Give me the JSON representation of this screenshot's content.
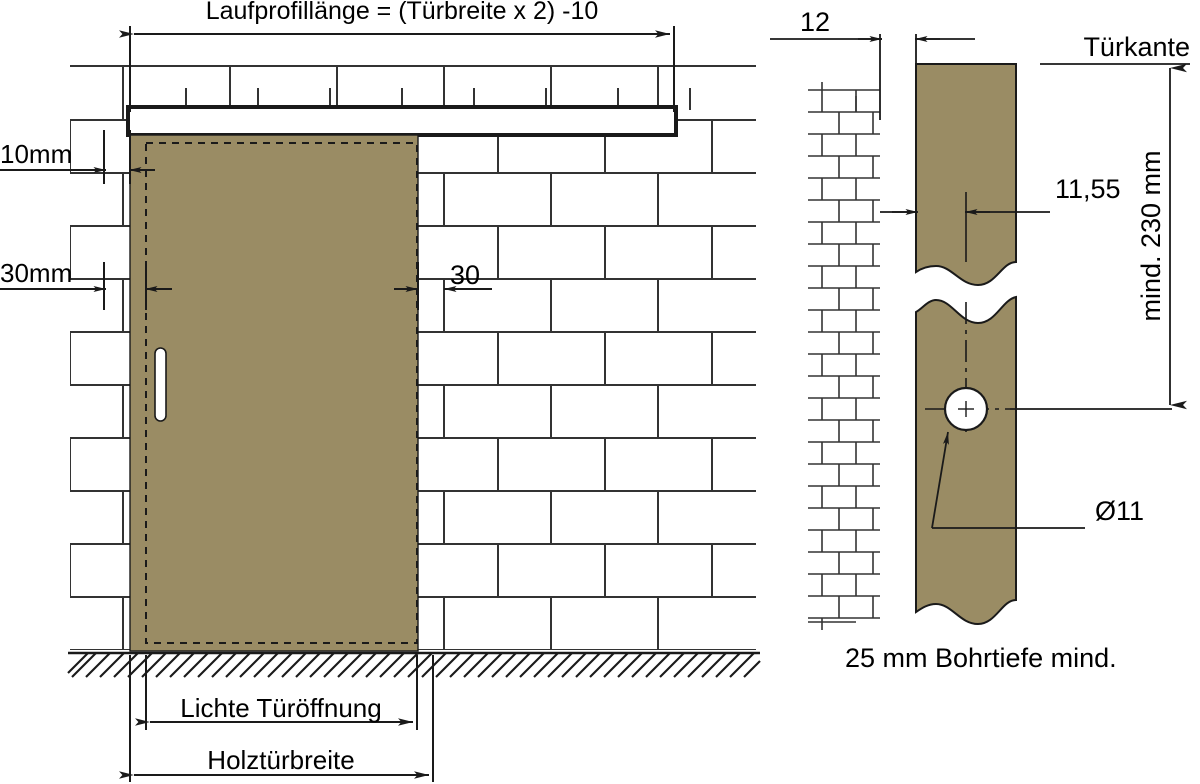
{
  "drawing": {
    "title_top": "Laufprofillänge = (Türbreite x 2) -10",
    "colors": {
      "door_fill": "#9a8c64",
      "line": "#1a1a1a",
      "brick_stroke": "#333333",
      "background": "#ffffff"
    }
  },
  "left_view": {
    "dimensions": {
      "top_label": "Laufprofillänge = (Türbreite x 2) -10",
      "gap_top_left": "10mm",
      "gap_bottom_left": "30mm",
      "gap_right": "30",
      "bottom_inner": "Lichte Türöffnung",
      "bottom_outer": "Holztürbreite"
    },
    "parts": {
      "track_profile": "running-track-profile",
      "door_panel": "wooden-sliding-door",
      "handle": "door-handle-slot",
      "wall": "brick-wall",
      "floor": "hatched-floor"
    }
  },
  "right_view": {
    "dimensions": {
      "wall_gap": "12",
      "hole_offset": "11,55",
      "edge_label": "Türkante",
      "height_label": "mind. 230 mm",
      "hole_diameter": "Ø11"
    },
    "caption": "25 mm Bohrtiefe mind.",
    "parts": {
      "wall_section": "brick-wall-section",
      "door_edge_section": "door-edge-section",
      "break_line": "break-line",
      "drill_hole": "drill-hole"
    }
  }
}
